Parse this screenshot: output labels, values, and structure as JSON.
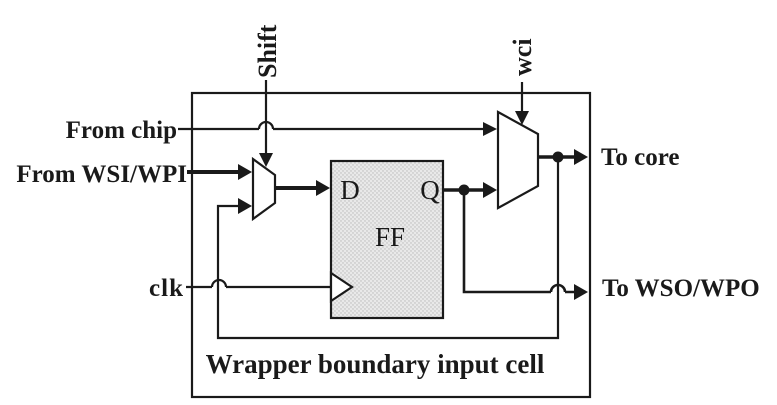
{
  "diagram": {
    "title": "Wrapper boundary input cell",
    "inputs": {
      "from_chip": "From chip",
      "from_wsi_wpi": "From WSI/WPI",
      "clk": "clk"
    },
    "controls": {
      "shift": "Shift",
      "wci": "wci"
    },
    "outputs": {
      "to_core": "To core",
      "to_wso_wpo": "To WSO/WPO"
    },
    "ff": {
      "d_port": "D",
      "q_port": "Q",
      "name": "FF"
    },
    "colors": {
      "line": "#1a1a1a",
      "ff_fill": "#e9e9e9",
      "ff_dot": "#b9b9b9",
      "mux_fill": "#ffffff",
      "background": "#ffffff"
    }
  }
}
